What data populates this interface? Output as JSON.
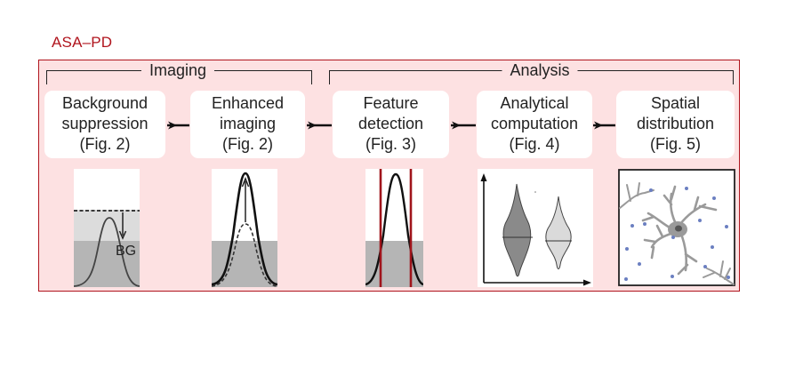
{
  "title": "ASA–PD",
  "colors": {
    "accent": "#b0141d",
    "frame_fill": "#fde1e2",
    "box_fill": "#ffffff",
    "text": "#222222",
    "gray_dark": "#b3b3b3",
    "gray_light": "#d9d9d9",
    "spot_blue": "#6b7fc1"
  },
  "groups": [
    {
      "label": "Imaging"
    },
    {
      "label": "Analysis"
    }
  ],
  "steps": [
    {
      "line1": "Background",
      "line2": "suppression",
      "ref": "(Fig. 2)"
    },
    {
      "line1": "Enhanced",
      "line2": "imaging",
      "ref": "(Fig. 2)"
    },
    {
      "line1": "Feature",
      "line2": "detection",
      "ref": "(Fig. 3)"
    },
    {
      "line1": "Analytical",
      "line2": "computation",
      "ref": "(Fig. 4)"
    },
    {
      "line1": "Spatial",
      "line2": "distribution",
      "ref": "(Fig. 5)"
    }
  ],
  "illustrations": {
    "background_suppression": {
      "label": "BG",
      "icon": "gaussian-peak-with-background-arrow"
    },
    "enhanced_imaging": {
      "icon": "enhanced-gaussian-peak"
    },
    "feature_detection": {
      "icon": "peak-with-detection-bounds"
    },
    "analytical_computation": {
      "icon": "violin-plot"
    },
    "spatial_distribution": {
      "icon": "neuron-with-spots"
    }
  }
}
